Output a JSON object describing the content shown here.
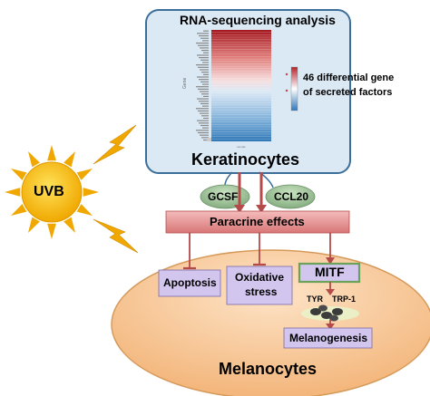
{
  "keratinocyte_panel": {
    "title": "RNA-sequencing analysis",
    "cell_label": "Keratinocytes",
    "heatmap_caption": "46 differential gene of secreted factors",
    "heatmap_caption_line1": "46 differential gene",
    "heatmap_caption_line2": "of secreted factors",
    "heatmap_rows": 46,
    "colors": {
      "panel_fill": "#dbe9f5",
      "panel_border": "#3c6e9a",
      "heat_high": "#b3242c",
      "heat_low": "#2f78b8"
    }
  },
  "stimulus": {
    "label": "UVB",
    "colors": {
      "sun": "#f5b400",
      "sun_core": "#ffd200"
    }
  },
  "secreted_factors": [
    {
      "id": "gcsf",
      "label": "GCSF"
    },
    {
      "id": "ccl20",
      "label": "CCL20"
    }
  ],
  "paracrine": {
    "label": "Paracrine effects",
    "colors": {
      "fill": "#e79a9a",
      "dark": "#b54a4a"
    }
  },
  "effects": [
    {
      "id": "apoptosis",
      "label": "Apoptosis",
      "relation": "inhibits"
    },
    {
      "id": "oxidative-stress",
      "label_line1": "Oxidative",
      "label_line2": "stress",
      "relation": "inhibits"
    },
    {
      "id": "mitf",
      "label": "MITF",
      "relation": "activates"
    }
  ],
  "mitf_targets": {
    "tyr": "TYR",
    "trp1": "TRP-1"
  },
  "melanogenesis": {
    "label": "Melanogenesis"
  },
  "cell_bottom": {
    "label": "Melanocytes",
    "colors": {
      "fill": "#f6c38f",
      "border": "#d69a5a"
    }
  },
  "box_fill": "#d2c5ee"
}
